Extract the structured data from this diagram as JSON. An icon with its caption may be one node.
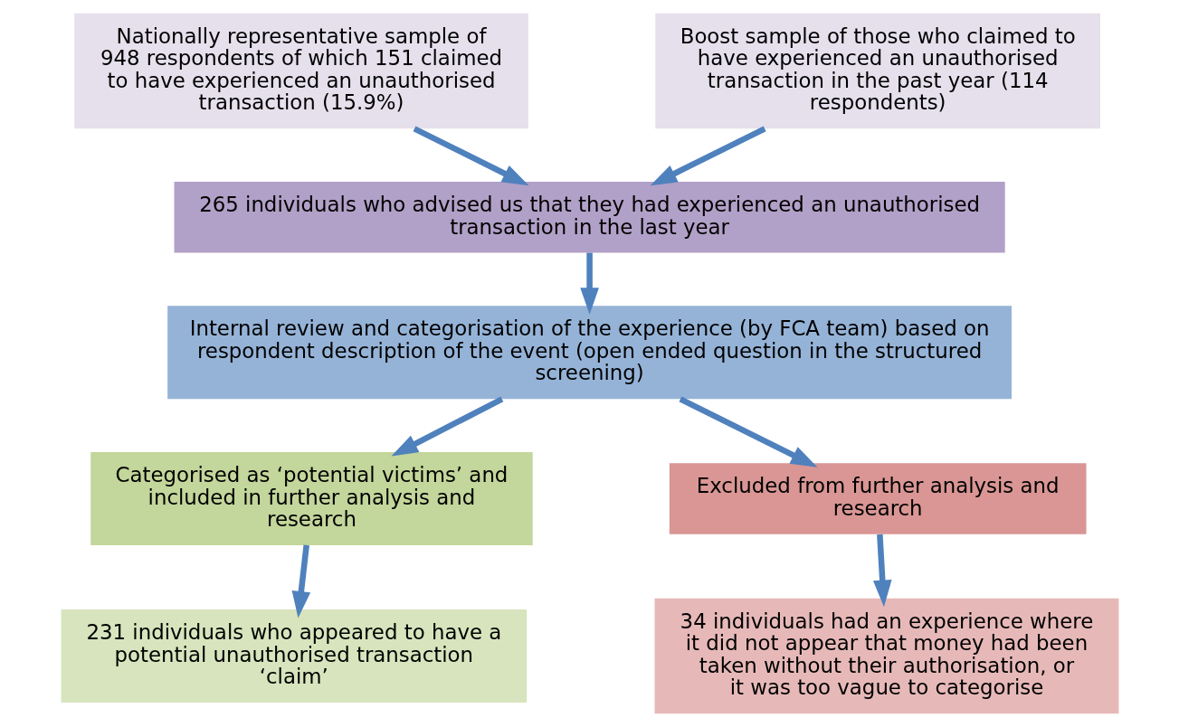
{
  "diagram": {
    "nodes": [
      {
        "text": [
          "Nationally representative sample of 948 respondents of which 151 claimed to have experienced an unauthorised transaction (15.9%)"
        ]
      },
      {
        "text": [
          "Boost sample of those who claimed to have experienced an unauthorised transaction in the past year (114 respondents)"
        ]
      },
      {
        "text": [
          "265 individuals who advised us that they had experienced an unauthorised transaction in the last year"
        ]
      },
      {
        "text": [
          "Internal review and categorisation of the experience (by FCA team) based on respondent description of the event (open ended question in the structured screening)"
        ]
      },
      {
        "text": [
          "Categorised as ‘potential victims’ and included in further analysis and research"
        ]
      },
      {
        "text": [
          "Excluded from further analysis and research"
        ]
      },
      {
        "text": [
          "231 individuals who appeared to have a potential unauthorised transaction ‘claim’"
        ]
      },
      {
        "text": [
          "34 individuals had an experience where it did not appear that money had been taken without their authorisation, or it was too vague to categorise"
        ]
      }
    ],
    "edges": [
      {
        "from": 0,
        "to": 2,
        "arrow": "to"
      },
      {
        "from": 1,
        "to": 2,
        "arrow": "to"
      },
      {
        "from": 2,
        "to": 3,
        "arrow": "to"
      },
      {
        "from": 3,
        "to": 4,
        "arrow": "to"
      },
      {
        "from": 3,
        "to": 5,
        "arrow": "to"
      },
      {
        "from": 4,
        "to": 6,
        "arrow": "to"
      },
      {
        "from": 5,
        "to": 7,
        "arrow": "to"
      }
    ]
  }
}
